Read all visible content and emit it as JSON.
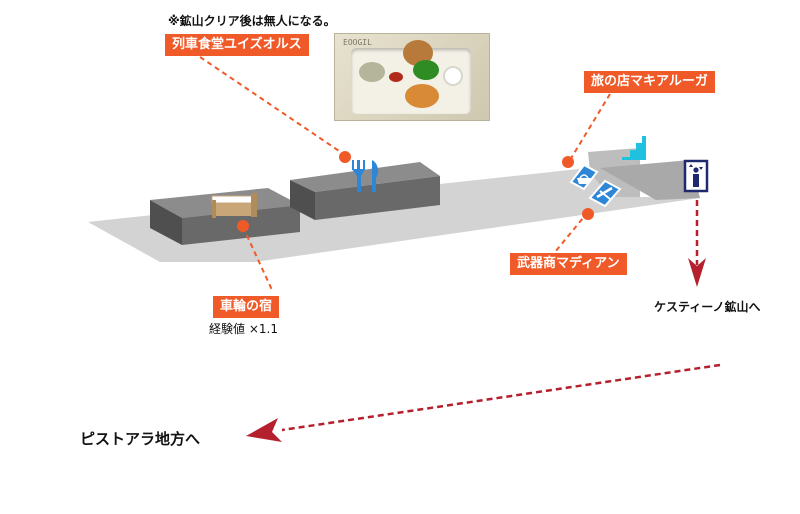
{
  "note": "※鉱山クリア後は無人になる。",
  "photo_tag": "EOOGIL",
  "labels": {
    "train_restaurant": "列車食堂ユイズオルス",
    "travel_shop": "旅の店マキアルーガ",
    "weapon_shop": "武器商マディアン",
    "inn": "車輪の宿",
    "inn_bonus": "経験値 ×1.1",
    "to_mine": "ケスティーノ鉱山へ",
    "to_region": "ピストアラ地方へ"
  },
  "colors": {
    "label_bg": "#f05a28",
    "leader": "#f05a28",
    "ground": "#d3d3d3",
    "building_top": "#8c8c8c",
    "building_side": "#5e5e5e",
    "icon_blue": "#2e86d6",
    "stair_cyan": "#1fc1df",
    "arrow": "#b5202e"
  },
  "icons": [
    "bed-icon",
    "fork-knife-icon",
    "bag-icon",
    "weapon-icon",
    "stairs-icon",
    "elevator-icon"
  ]
}
